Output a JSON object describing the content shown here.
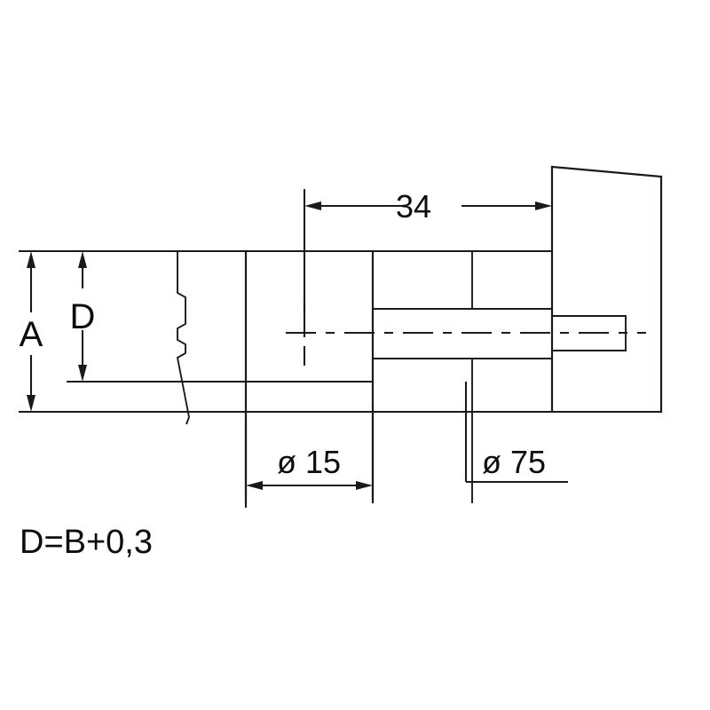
{
  "drawing": {
    "title": "Mechanical part section drawing",
    "background_color": "#ffffff",
    "line_color": "#1a1a1a",
    "dimensions": {
      "overall_height_label": "A",
      "inner_height_label": "D",
      "length_34": "34",
      "diameter_15": "ø 15",
      "diameter_75": "ø 75"
    },
    "notes": {
      "formula": "D=B+0,3"
    },
    "annotations": [
      {
        "name": "dimension-a",
        "text": "A",
        "kind": "vertical-dimension"
      },
      {
        "name": "dimension-d",
        "text": "D",
        "kind": "vertical-dimension"
      },
      {
        "name": "dimension-34",
        "text": "34",
        "kind": "horizontal-dimension"
      },
      {
        "name": "dimension-diameter-15",
        "text": "ø 15",
        "kind": "horizontal-dimension"
      },
      {
        "name": "dimension-diameter-75",
        "text": "ø 75",
        "kind": "leader-dimension"
      },
      {
        "name": "note-formula",
        "text": "D=B+0,3",
        "kind": "note"
      }
    ]
  },
  "chart_data": {
    "type": "table",
    "title": "Mechanical part section drawing",
    "categories": [
      "A",
      "D",
      "34",
      "ø 15",
      "ø 75"
    ],
    "values": [
      null,
      null,
      34,
      15,
      75
    ]
  }
}
